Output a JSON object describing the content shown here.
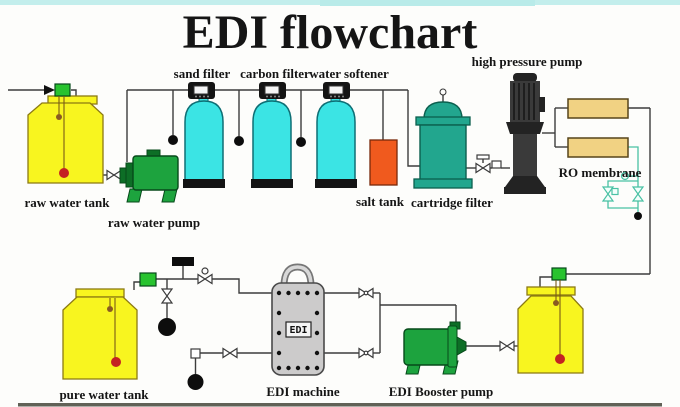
{
  "title": "EDI flowchart",
  "labels": {
    "raw_water_tank": "raw water tank",
    "raw_water_pump": "raw water pump",
    "sand_filter": "sand filter",
    "carbon_filter": "carbon filter",
    "water_softener": "water softener",
    "salt_tank": "salt tank",
    "cartridge_filter": "cartridge filter",
    "high_pressure_pump": "high pressure pump",
    "ro_membrane": "RO membrane",
    "pure_water_tank": "pure water tank",
    "edi_machine": "EDI machine",
    "edi_booster_pump": "EDI Booster pump",
    "edi_badge": "EDI"
  },
  "colors": {
    "bg": "#fdfdfb",
    "line": "#3c3c3c",
    "wire": "#7a5a18",
    "teal_line": "#49c1a4",
    "tank_yellow": "#f8f51f",
    "tank_stroke": "#8c7a12",
    "filter_cyan": "#3be4e4",
    "filter_stroke": "#0e6e74",
    "pump_green": "#1da33e",
    "pump_green_dark": "#0d6e26",
    "pump_stroke": "#06491a",
    "cap_green": "#28c32f",
    "salt_orange": "#f05a1e",
    "salt_stroke": "#79280a",
    "cartridge_teal": "#22a68e",
    "cartridge_stroke": "#0b5f4e",
    "membrane_tan": "#f1d283",
    "membrane_stroke": "#57451a",
    "hp_pump_dark": "#3a3a3a",
    "hp_pump_darker": "#232323",
    "edi_gray": "#cccbcb",
    "edi_stroke": "#4a4a4a",
    "dot_red": "#c42222",
    "dot_brown": "#8a5a22",
    "title_color": "#151515",
    "top_strip": "#b9ebe9",
    "bottom_strip": "#45453a"
  }
}
